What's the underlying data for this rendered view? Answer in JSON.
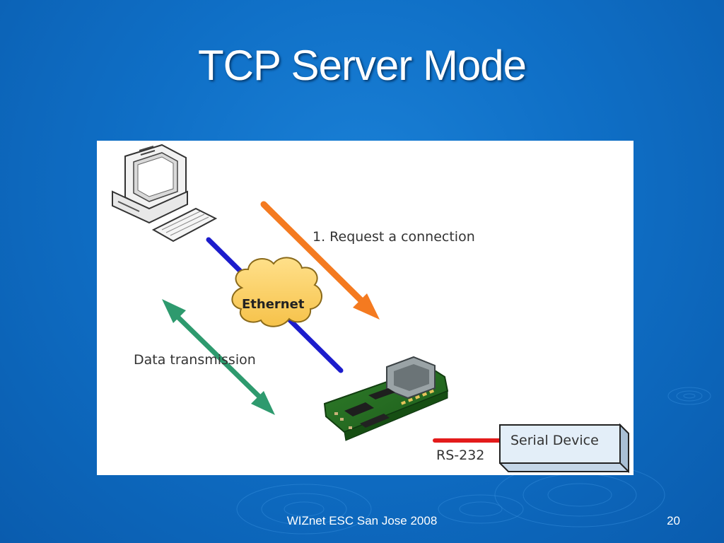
{
  "slide": {
    "title": "TCP Server Mode",
    "footer": "WIZnet   ESC San Jose 2008",
    "page_number": "20"
  },
  "diagram": {
    "request_label": "1. Request a connection",
    "data_label": "Data transmission",
    "network_label": "Ethernet",
    "device_label": "Serial Device",
    "link_label": "RS-232",
    "colors": {
      "request_arrow": "#f47a20",
      "data_arrow": "#2e9a6e",
      "ethernet_line": "#1c1ccc",
      "serial_line": "#e31b1b",
      "cloud": "#ffd36b",
      "device_box": "#e3eef8"
    }
  }
}
